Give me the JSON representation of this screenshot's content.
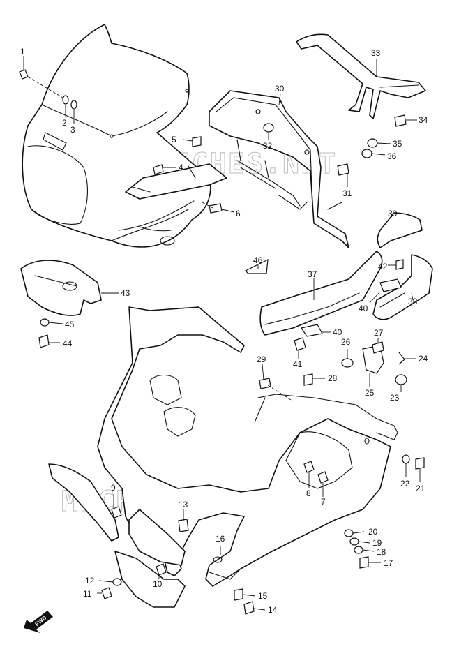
{
  "watermark": "MICROFICHES.NET",
  "fwd_label": "FWD",
  "parts": [
    {
      "id": "1",
      "label": "1"
    },
    {
      "id": "2",
      "label": "2"
    },
    {
      "id": "3",
      "label": "3"
    },
    {
      "id": "4",
      "label": "4"
    },
    {
      "id": "5",
      "label": "5"
    },
    {
      "id": "6",
      "label": "6"
    },
    {
      "id": "7",
      "label": "7"
    },
    {
      "id": "8",
      "label": "8"
    },
    {
      "id": "9",
      "label": "9"
    },
    {
      "id": "10",
      "label": "10"
    },
    {
      "id": "11",
      "label": "11"
    },
    {
      "id": "12",
      "label": "12"
    },
    {
      "id": "13",
      "label": "13"
    },
    {
      "id": "14",
      "label": "14"
    },
    {
      "id": "15",
      "label": "15"
    },
    {
      "id": "16",
      "label": "16"
    },
    {
      "id": "17",
      "label": "17"
    },
    {
      "id": "18",
      "label": "18"
    },
    {
      "id": "19",
      "label": "19"
    },
    {
      "id": "20",
      "label": "20"
    },
    {
      "id": "21",
      "label": "21"
    },
    {
      "id": "22",
      "label": "22"
    },
    {
      "id": "23",
      "label": "23"
    },
    {
      "id": "24",
      "label": "24"
    },
    {
      "id": "25",
      "label": "25"
    },
    {
      "id": "26",
      "label": "26"
    },
    {
      "id": "27",
      "label": "27"
    },
    {
      "id": "28",
      "label": "28"
    },
    {
      "id": "29",
      "label": "29"
    },
    {
      "id": "30",
      "label": "30"
    },
    {
      "id": "31",
      "label": "31"
    },
    {
      "id": "32",
      "label": "32"
    },
    {
      "id": "33",
      "label": "33"
    },
    {
      "id": "34",
      "label": "34"
    },
    {
      "id": "35",
      "label": "35"
    },
    {
      "id": "36",
      "label": "36"
    },
    {
      "id": "37",
      "label": "37"
    },
    {
      "id": "38",
      "label": "38"
    },
    {
      "id": "39",
      "label": "39"
    },
    {
      "id": "40a",
      "label": "40"
    },
    {
      "id": "40b",
      "label": "40"
    },
    {
      "id": "41",
      "label": "41"
    },
    {
      "id": "42",
      "label": "42"
    },
    {
      "id": "43",
      "label": "43"
    },
    {
      "id": "44",
      "label": "44"
    },
    {
      "id": "45",
      "label": "45"
    },
    {
      "id": "46",
      "label": "46"
    }
  ]
}
